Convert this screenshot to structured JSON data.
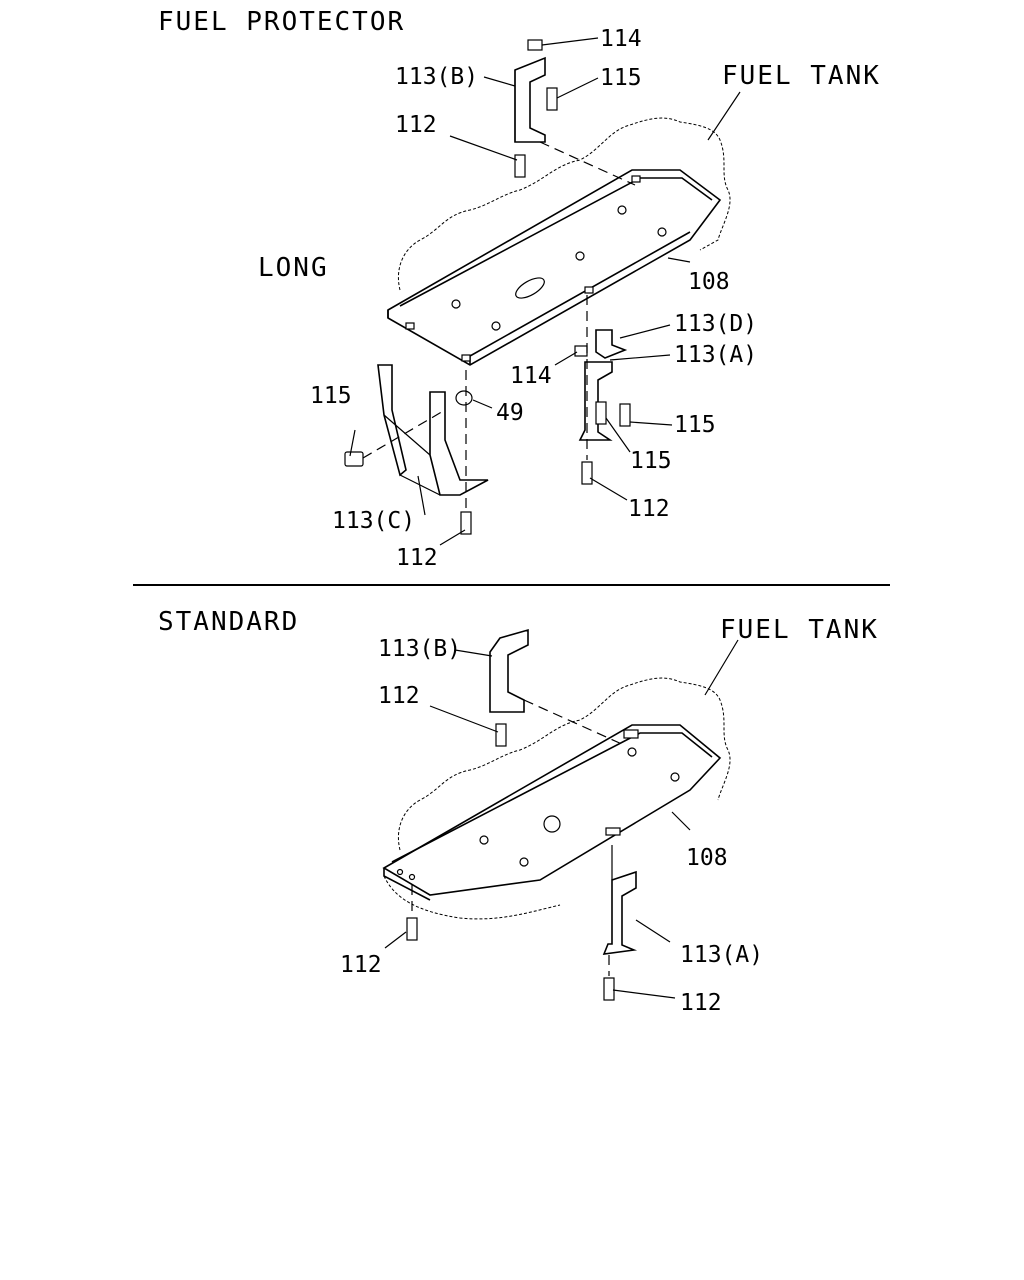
{
  "titles": {
    "main": "FUEL PROTECTOR",
    "long": "LONG",
    "standard": "STANDARD"
  },
  "long_labels": {
    "fuel_tank": "FUEL TANK",
    "p114_top": "114",
    "p113b": "113(B)",
    "p115_top": "115",
    "p112_top": "112",
    "p108": "108",
    "p113d": "113(D)",
    "p113a": "113(A)",
    "p114_mid": "114",
    "p115_left": "115",
    "p49": "49",
    "p115_right": "115",
    "p115_right_low": "115",
    "p112_right": "112",
    "p113c": "113(C)",
    "p112_bottom": "112"
  },
  "standard_labels": {
    "fuel_tank": "FUEL TANK",
    "p113b": "113(B)",
    "p112_top": "112",
    "p108": "108",
    "p112_left": "112",
    "p113a": "113(A)",
    "p112_right": "112"
  }
}
